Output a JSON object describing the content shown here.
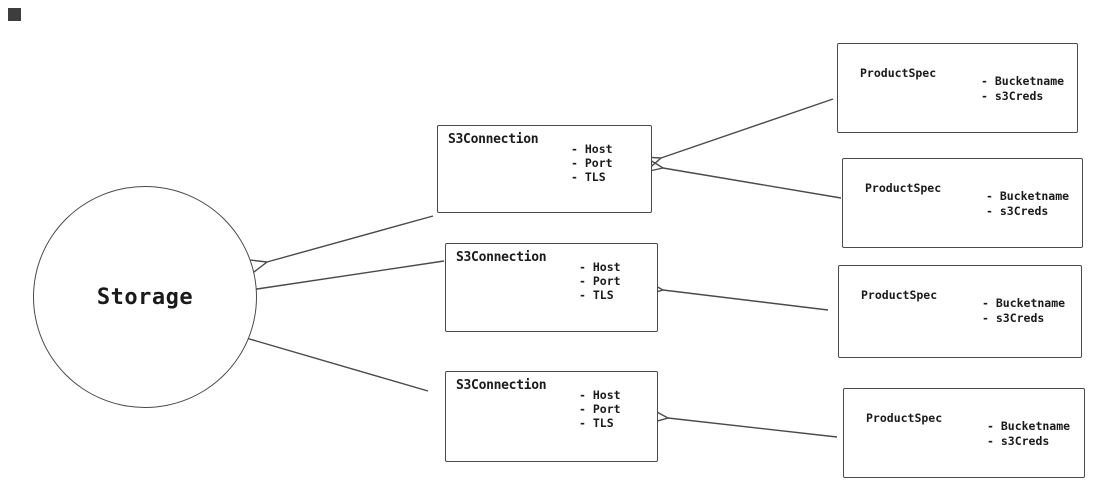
{
  "diagram": {
    "stroke_color": "#4a4a4a",
    "text_color": "#1a1a1a",
    "storage": {
      "label": "Storage"
    },
    "s3_connections": [
      {
        "title": "S3Connection",
        "attributes": [
          "- Host",
          "- Port",
          "- TLS"
        ]
      },
      {
        "title": "S3Connection",
        "attributes": [
          "- Host",
          "- Port",
          "- TLS"
        ]
      },
      {
        "title": "S3Connection",
        "attributes": [
          "- Host",
          "- Port",
          "- TLS"
        ]
      }
    ],
    "product_specs": [
      {
        "title": "ProductSpec",
        "attributes": [
          "- Bucketname",
          "- s3Creds"
        ]
      },
      {
        "title": "ProductSpec",
        "attributes": [
          "- Bucketname",
          "- s3Creds"
        ]
      },
      {
        "title": "ProductSpec",
        "attributes": [
          "- Bucketname",
          "- s3Creds"
        ]
      },
      {
        "title": "ProductSpec",
        "attributes": [
          "- Bucketname",
          "- s3Creds"
        ]
      }
    ]
  }
}
